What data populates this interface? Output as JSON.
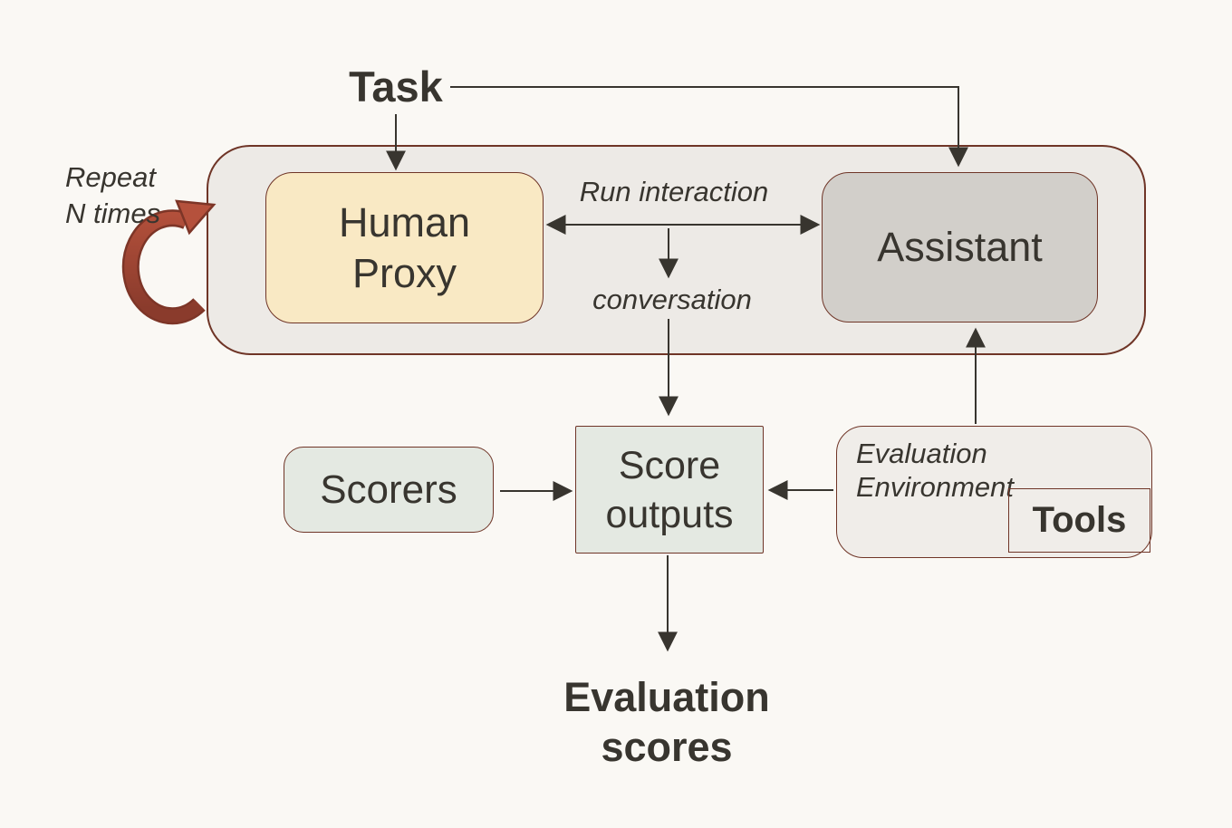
{
  "colors": {
    "page-bg": "#faf8f4",
    "container-fill": "#edeae6",
    "container-border": "#6f3527",
    "human-proxy-fill": "#f9e9c4",
    "assistant-fill": "#d2cfca",
    "score-fill": "#e4e9e2",
    "env-fill": "#f0ede9",
    "arrow-color": "#38352f",
    "text-color": "#38352f",
    "loop-arrow-fill": "#b0503b",
    "loop-arrow-dark": "#7d3527"
  },
  "diagram": {
    "task": {
      "label": "Task"
    },
    "repeat_note": {
      "line1": "Repeat",
      "line2": "N times"
    },
    "loop": {
      "human_proxy": {
        "line1": "Human",
        "line2": "Proxy"
      },
      "assistant": {
        "label": "Assistant"
      },
      "run_interaction": {
        "label": "Run interaction"
      },
      "conversation": {
        "label": "conversation"
      }
    },
    "scorers": {
      "label": "Scorers"
    },
    "score_outputs": {
      "line1": "Score",
      "line2": "outputs"
    },
    "evaluation_environment": {
      "line1": "Evaluation",
      "line2": "Environment"
    },
    "tools": {
      "label": "Tools"
    },
    "evaluation_scores": {
      "line1": "Evaluation",
      "line2": "scores"
    }
  }
}
